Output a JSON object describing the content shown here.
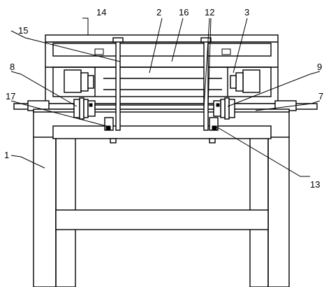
{
  "labels": {
    "l1": "1",
    "l2": "2",
    "l3": "3",
    "l7": "7",
    "l8": "8",
    "l9": "9",
    "l12": "12",
    "l13": "13",
    "l14": "14",
    "l15": "15",
    "l16": "16",
    "l17": "17"
  }
}
